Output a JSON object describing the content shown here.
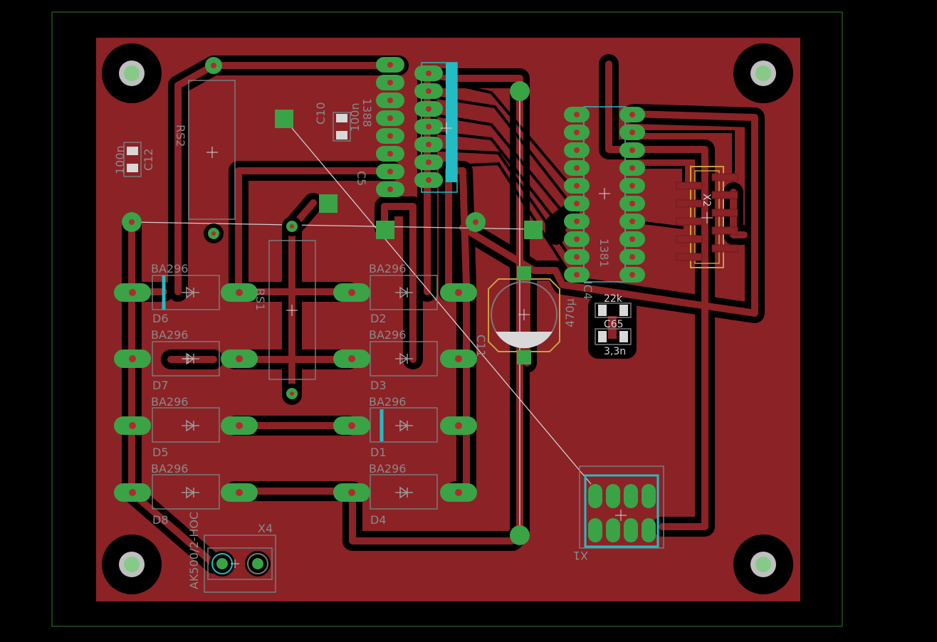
{
  "colors": {
    "background": "#000000",
    "board_outline": "#2f7a2f",
    "copper": "#8b2226",
    "trace_gap": "#000000",
    "pad": "#3aa346",
    "drill": "#b32a2e",
    "silk": "#8a8a8a",
    "silk_cyan": "#23bcc4",
    "capacitor_outline": "#c9a13a",
    "header_outline": "#c9a13a",
    "airwire": "#cfcfcf"
  },
  "labels": {
    "d6_value": "BA296",
    "d6_name": "D6",
    "d7_value": "BA296",
    "d7_name": "D7",
    "d5_value": "BA296",
    "d5_name": "D5",
    "d8_value": "BA296",
    "d8_name": "D8",
    "d2_value": "BA296",
    "d2_name": "D2",
    "d3_value": "BA296",
    "d3_name": "D3",
    "d1_value": "BA296",
    "d1_name": "D1",
    "d4_value": "BA296",
    "d4_name": "D4",
    "c10_name": "C10",
    "c10_value": "100n",
    "c12_name": "C12",
    "c12_value": "100n",
    "c11_name": "C11",
    "c11_value": "470µ",
    "r22k": "22k",
    "c65": "C65",
    "c33n": "3,3n",
    "x2_name": "X2",
    "x1_name": "X1",
    "x4_name": "X4",
    "x4_value": "AK500/2-HOC",
    "ic_left_name": "1388",
    "ic_right_name": "1381",
    "ic_right_ref": "IC4",
    "rs2_name": "RS2",
    "rs1_name": "RS1",
    "c5_name": "C5"
  }
}
